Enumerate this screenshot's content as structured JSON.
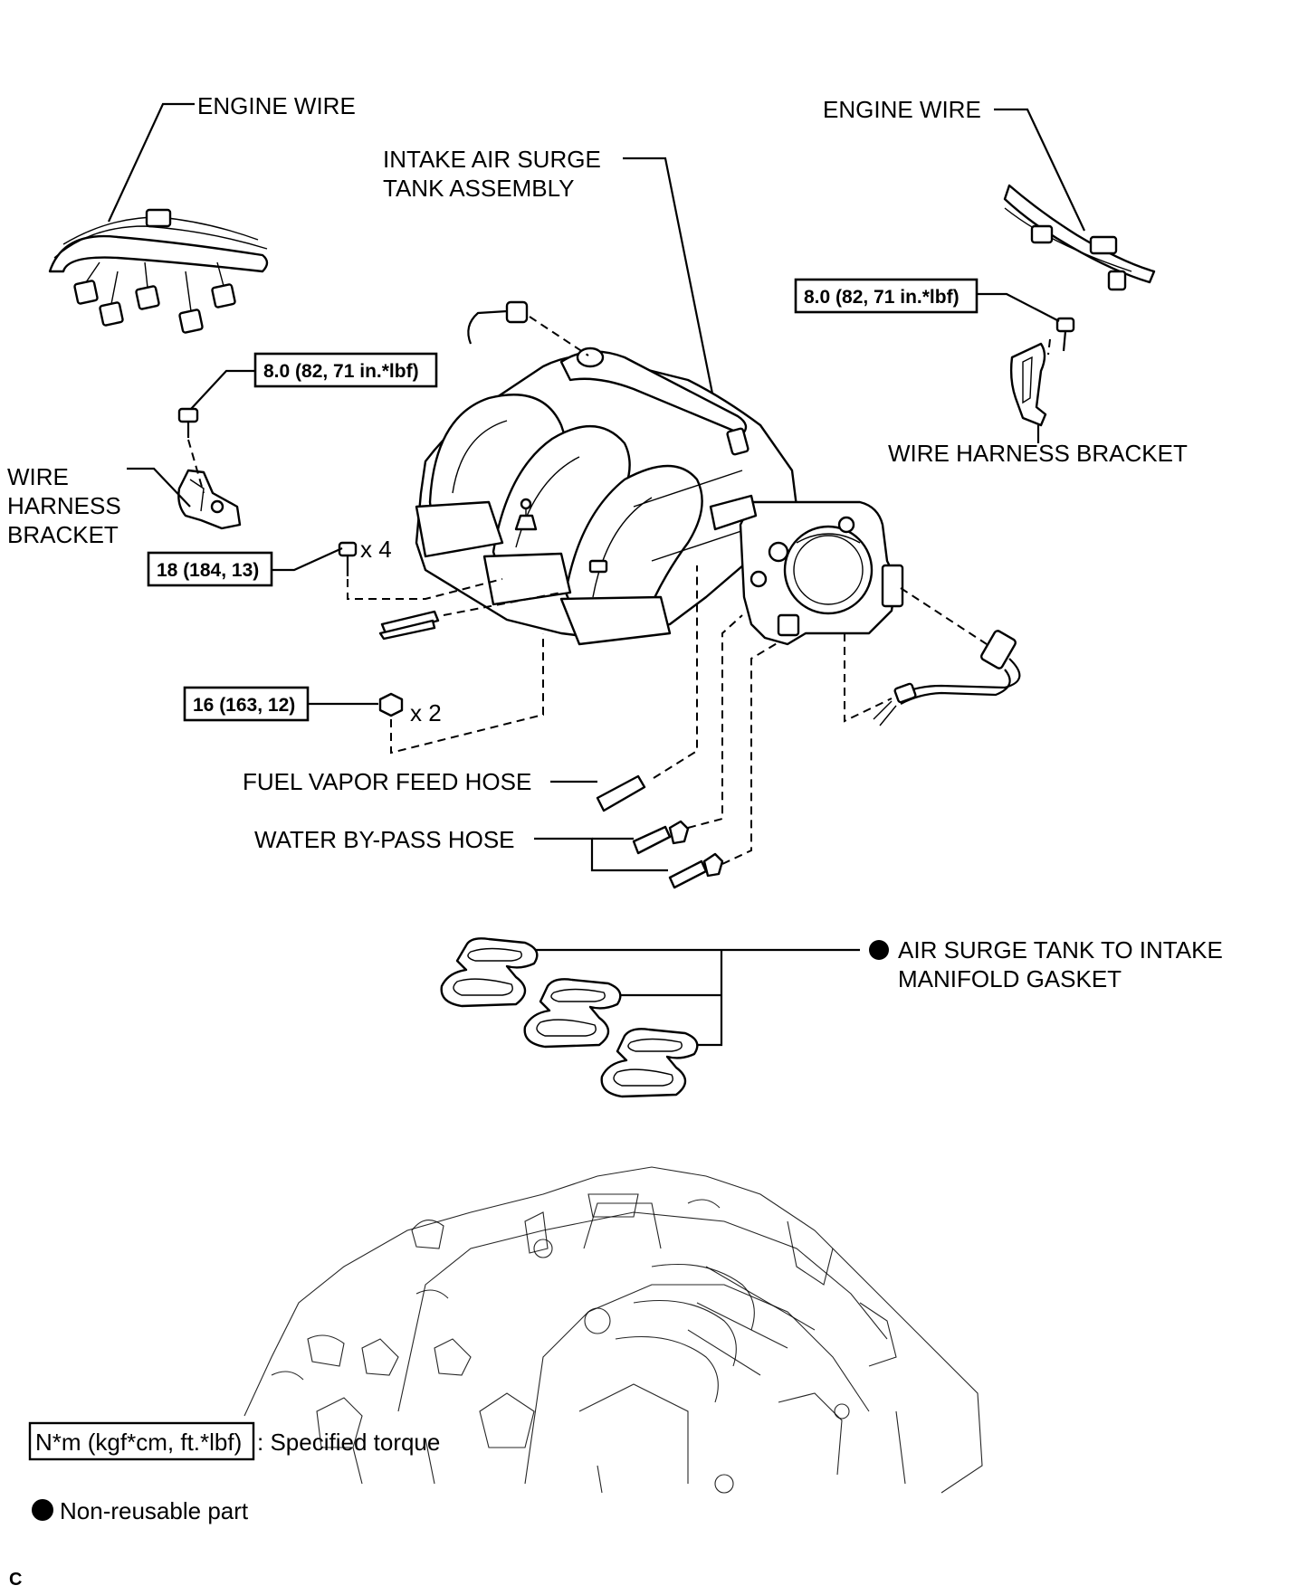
{
  "labels": {
    "engine_wire_left": "ENGINE WIRE",
    "engine_wire_right": "ENGINE WIRE",
    "intake_air_surge_line1": "INTAKE AIR SURGE",
    "intake_air_surge_line2": "TANK ASSEMBLY",
    "wire_harness_bracket_right": "WIRE HARNESS BRACKET",
    "wire_harness_bracket_left_line1": "WIRE",
    "wire_harness_bracket_left_line2": "HARNESS",
    "wire_harness_bracket_left_line3": "BRACKET",
    "fuel_vapor_feed_hose": "FUEL VAPOR FEED HOSE",
    "water_bypass_hose": "WATER BY-PASS HOSE",
    "gasket_line1": "AIR SURGE TANK TO INTAKE",
    "gasket_line2": "MANIFOLD GASKET"
  },
  "torque": {
    "left_bracket_bolt": "8.0 (82, 71 in.*lbf)",
    "right_bracket_bolt": "8.0 (82, 71 in.*lbf)",
    "surge_tank_bolt": "18 (184, 13)",
    "surge_tank_nut": "16 (163, 12)"
  },
  "quantities": {
    "bolts": "x 4",
    "nuts": "x 2"
  },
  "legend": {
    "torque_unit": "N*m (kgf*cm, ft.*lbf)",
    "torque_desc": ": Specified torque",
    "non_reusable": "Non-reusable part"
  },
  "footer": {
    "code": "C"
  }
}
